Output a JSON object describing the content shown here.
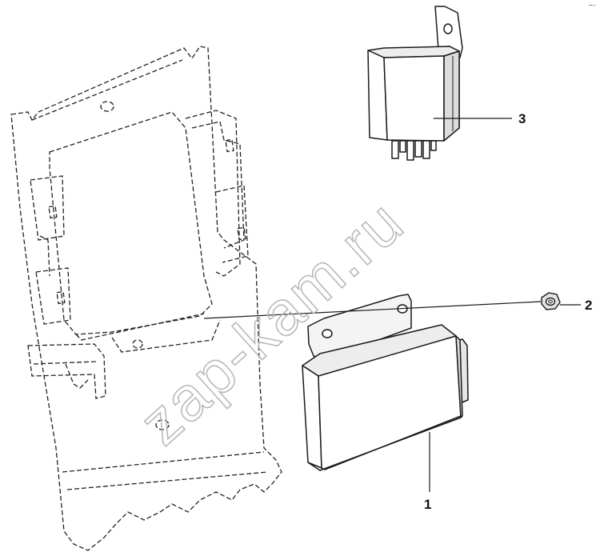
{
  "diagram": {
    "callouts": [
      {
        "id": "1",
        "label": "1"
      },
      {
        "id": "2",
        "label": "2"
      },
      {
        "id": "3",
        "label": "3"
      }
    ],
    "watermark": "zap-kam.ru",
    "corner_mark": "~-"
  }
}
